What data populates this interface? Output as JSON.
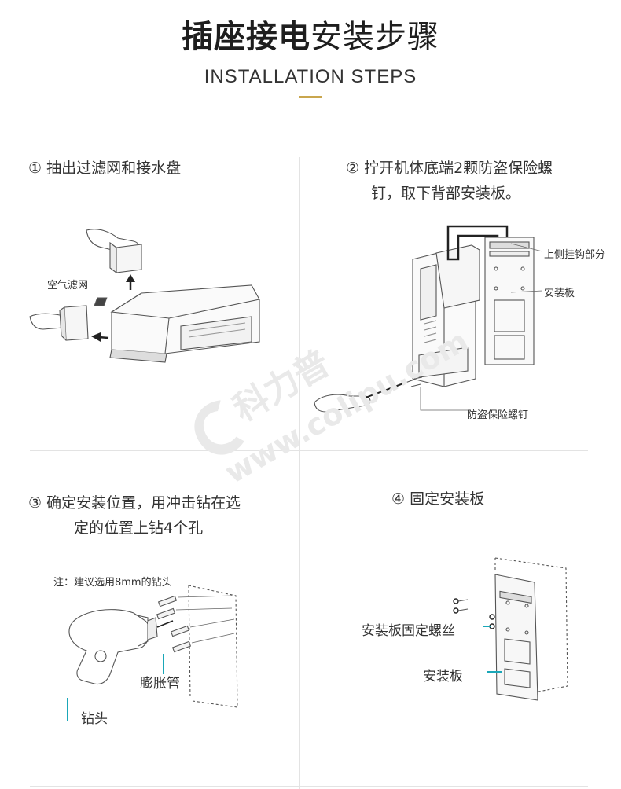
{
  "header": {
    "title_bold": "插座接电",
    "title_light": "安装步骤",
    "subtitle": "INSTALLATION STEPS"
  },
  "steps": [
    {
      "text_lines": [
        "① 抽出过滤网和接水盘"
      ],
      "labels": {
        "filter": "空气滤网"
      }
    },
    {
      "text_lines": [
        "② 拧开机体底端2颗防盗保险螺",
        "钉，取下背部安装板。"
      ],
      "labels": {
        "hook": "上侧挂钩部分",
        "plate": "安装板",
        "screw": "防盗保险螺钉"
      }
    },
    {
      "text_lines": [
        "③ 确定安装位置，用冲击钻在选",
        "定的位置上钻4个孔"
      ],
      "labels": {
        "note": "注：建议选用8mm的钻头",
        "anchor": "膨胀管",
        "bit": "钻头"
      }
    },
    {
      "text_lines": [
        "④ 固定安装板"
      ],
      "labels": {
        "fix_screw": "安装板固定螺丝",
        "plate": "安装板"
      }
    }
  ],
  "watermark": {
    "brand": "科力普",
    "domain": "www.colipu.com"
  },
  "colors": {
    "gold": "#c9a64e",
    "teal": "#1aa7b8",
    "divider": "#e3e3e3"
  }
}
